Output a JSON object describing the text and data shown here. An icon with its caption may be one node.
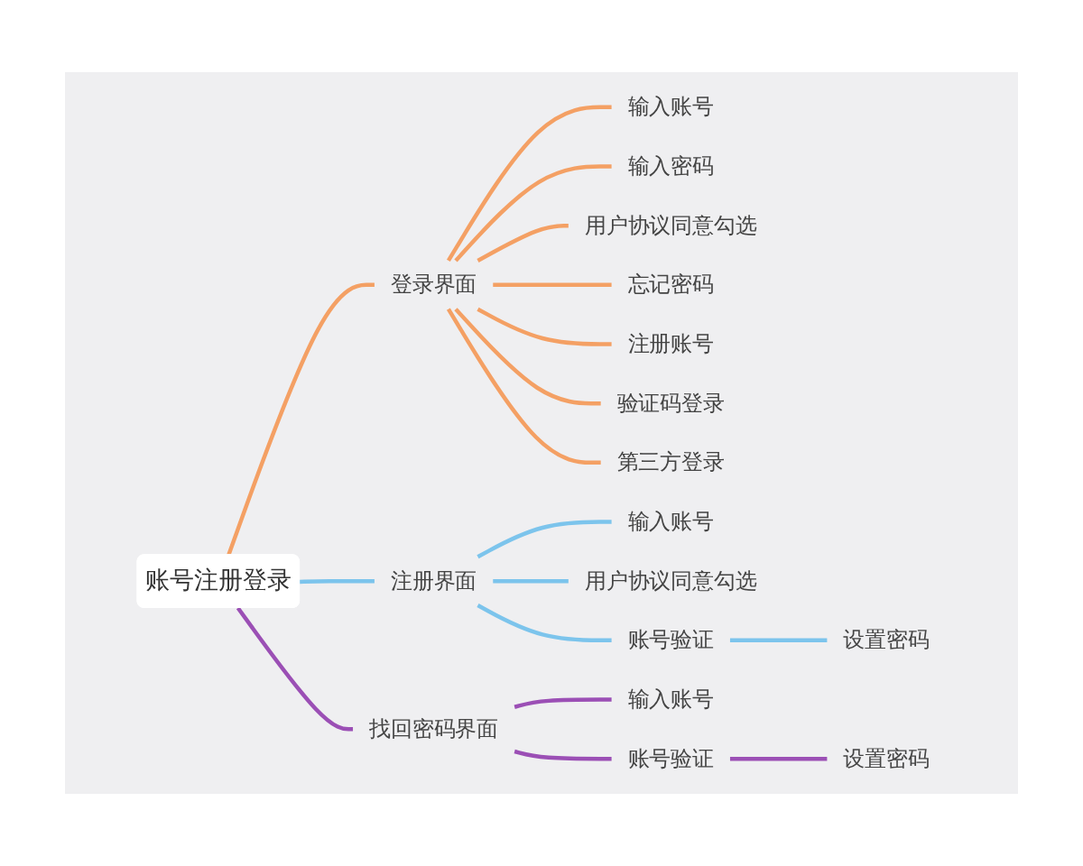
{
  "diagram": {
    "nodes": [
      {
        "text": [
          "账号注册登录"
        ]
      },
      {
        "text": [
          "登录界面"
        ]
      },
      {
        "text": [
          "输入账号"
        ]
      },
      {
        "text": [
          "输入密码"
        ]
      },
      {
        "text": [
          "用户协议同意勾选"
        ]
      },
      {
        "text": [
          "忘记密码"
        ]
      },
      {
        "text": [
          "注册账号"
        ]
      },
      {
        "text": [
          "验证码登录"
        ]
      },
      {
        "text": [
          "第三方登录"
        ]
      },
      {
        "text": [
          "注册界面"
        ]
      },
      {
        "text": [
          "输入账号"
        ]
      },
      {
        "text": [
          "用户协议同意勾选"
        ]
      },
      {
        "text": [
          "账号验证"
        ]
      },
      {
        "text": [
          "设置密码"
        ]
      },
      {
        "text": [
          "找回密码界面"
        ]
      },
      {
        "text": [
          "输入账号"
        ]
      },
      {
        "text": [
          "账号验证"
        ]
      },
      {
        "text": [
          "设置密码"
        ]
      }
    ],
    "edges": [
      {
        "from": 0,
        "to": 1,
        "arrow": "none"
      },
      {
        "from": 1,
        "to": 2,
        "arrow": "none"
      },
      {
        "from": 1,
        "to": 3,
        "arrow": "none"
      },
      {
        "from": 1,
        "to": 4,
        "arrow": "none"
      },
      {
        "from": 1,
        "to": 5,
        "arrow": "none"
      },
      {
        "from": 1,
        "to": 6,
        "arrow": "none"
      },
      {
        "from": 1,
        "to": 7,
        "arrow": "none"
      },
      {
        "from": 1,
        "to": 8,
        "arrow": "none"
      },
      {
        "from": 0,
        "to": 9,
        "arrow": "none",
        "color": "#7cc4ec"
      },
      {
        "from": 9,
        "to": 10,
        "arrow": "none",
        "color": "#7cc4ec"
      },
      {
        "from": 9,
        "to": 11,
        "arrow": "none",
        "color": "#7cc4ec"
      },
      {
        "from": 9,
        "to": 12,
        "arrow": "none",
        "color": "#7cc4ec"
      },
      {
        "from": 12,
        "to": 13,
        "arrow": "none",
        "color": "#7cc4ec"
      },
      {
        "from": 0,
        "to": 14,
        "arrow": "none",
        "color": "#9b4fb5"
      },
      {
        "from": 14,
        "to": 15,
        "arrow": "none",
        "color": "#9b4fb5"
      },
      {
        "from": 14,
        "to": 16,
        "arrow": "none",
        "color": "#9b4fb5"
      },
      {
        "from": 16,
        "to": 17,
        "arrow": "none",
        "color": "#9b4fb5"
      }
    ]
  }
}
